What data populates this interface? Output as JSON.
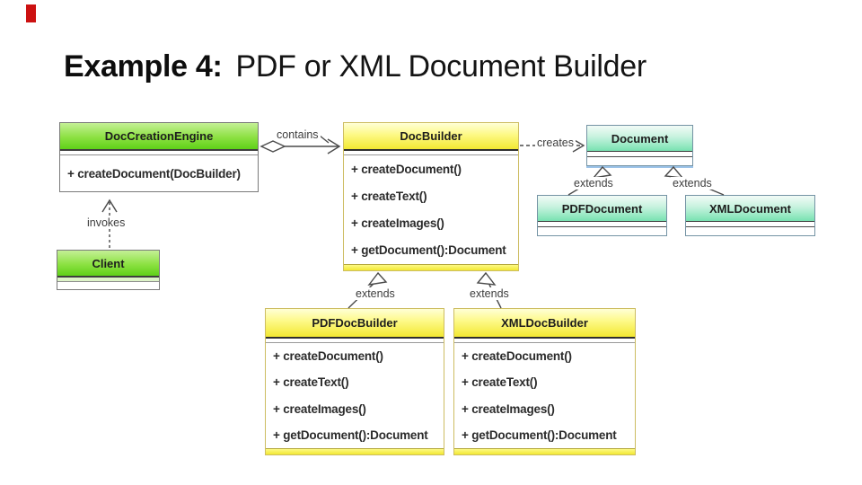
{
  "title": {
    "label": "Example 4:",
    "text": "PDF or XML Document Builder"
  },
  "colors": {
    "green_top": "#c4f096",
    "green_bottom": "#5fd118",
    "green_border": "#7a7a7a",
    "yellow_top": "#ffffd6",
    "yellow_bottom": "#f2e832",
    "yellow_border": "#cdbd62",
    "teal_top": "#f2fbf7",
    "teal_bottom": "#78e2b1",
    "teal_border": "#7493a4",
    "connector": "#4a4a4a",
    "text_dark": "#2b2b2b",
    "marker_red": "#cc1111"
  },
  "labels": {
    "contains": "contains",
    "creates": "creates",
    "invokes": "invokes",
    "extends": "extends"
  },
  "classes": {
    "doc_creation_engine": {
      "name": "DocCreationEngine",
      "methods": [
        "+ createDocument(DocBuilder)"
      ]
    },
    "doc_builder": {
      "name": "DocBuilder",
      "methods": [
        "+ createDocument()",
        "+ createText()",
        "+ createImages()",
        "+ getDocument():Document"
      ]
    },
    "document": {
      "name": "Document"
    },
    "pdf_document": {
      "name": "PDFDocument"
    },
    "xml_document": {
      "name": "XMLDocument"
    },
    "client": {
      "name": "Client"
    },
    "pdf_doc_builder": {
      "name": "PDFDocBuilder",
      "methods": [
        "+ createDocument()",
        "+ createText()",
        "+ createImages()",
        "+ getDocument():Document"
      ]
    },
    "xml_doc_builder": {
      "name": "XMLDocBuilder",
      "methods": [
        "+ createDocument()",
        "+ createText()",
        "+ createImages()",
        "+ getDocument():Document"
      ]
    }
  }
}
